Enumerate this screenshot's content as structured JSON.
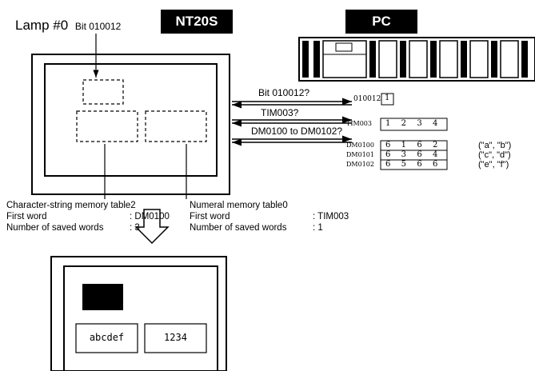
{
  "lamp": {
    "label": "Lamp #0",
    "bit": "Bit 010012"
  },
  "nt20s_badge": "NT20S",
  "pc_badge": "PC",
  "messages": {
    "bit_query": "Bit 010012?",
    "tim_query": "TIM003?",
    "dm_query": "DM0100 to DM0102?"
  },
  "memory": {
    "bit": {
      "address": "010012",
      "value": "1"
    },
    "timer": {
      "address": "TIM003",
      "digits": [
        "1",
        "2",
        "3",
        "4"
      ]
    },
    "dm_rows": [
      {
        "address": "DM0100",
        "digits": [
          "6",
          "1",
          "6",
          "2"
        ],
        "chars": "(\"a\", \"b\")"
      },
      {
        "address": "DM0101",
        "digits": [
          "6",
          "3",
          "6",
          "4"
        ],
        "chars": "(\"c\", \"d\")"
      },
      {
        "address": "DM0102",
        "digits": [
          "6",
          "5",
          "6",
          "6"
        ],
        "chars": "(\"e\", \"f\")"
      }
    ]
  },
  "string_table": {
    "title": "Character-string memory table2",
    "first_word_label": "First word",
    "first_word_value": ": DM0100",
    "saved_label": "Number of saved words",
    "saved_value": ": 3"
  },
  "numeral_table": {
    "title": "Numeral memory table0",
    "first_word_label": "First word",
    "first_word_value": ": TIM003",
    "saved_label": "Number of saved words",
    "saved_value": ": 1"
  },
  "result_screen": {
    "string_display": "abcdef",
    "number_display": "1234"
  },
  "colors": {
    "badge_bg": "#000000",
    "badge_text": "#ffffff",
    "lamp_on": "#000000"
  }
}
